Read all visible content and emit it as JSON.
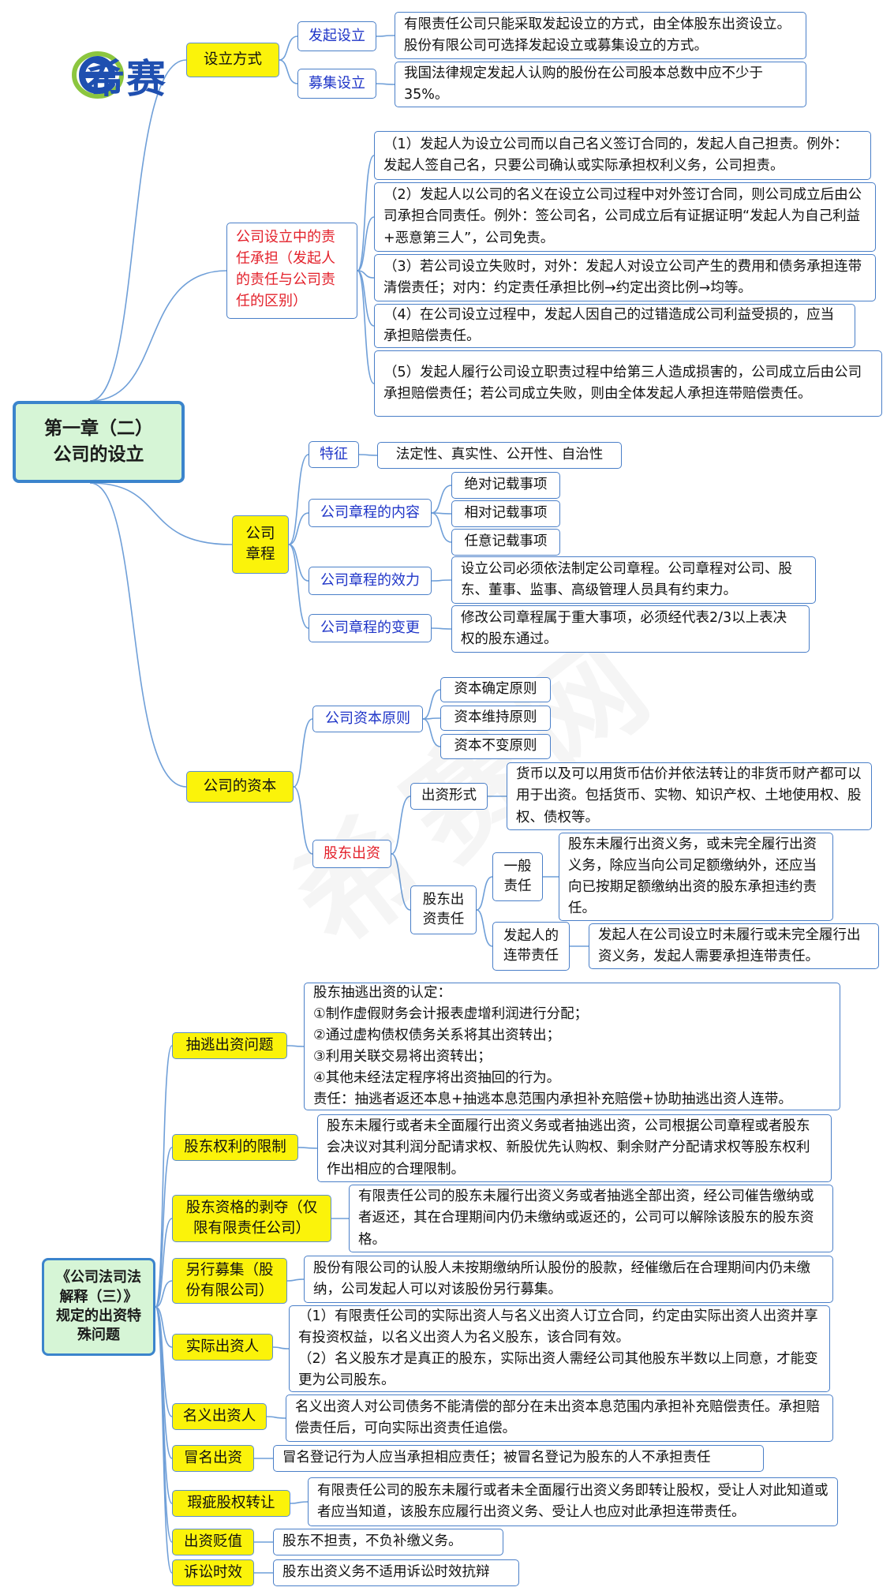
{
  "logo": {
    "text": "希赛",
    "icon": "e-circle-logo"
  },
  "watermark": "希赛网",
  "chapter": {
    "title": "第一章（二）\n公司的设立"
  },
  "setup": {
    "label": "设立方式",
    "promoter": {
      "label": "发起设立",
      "desc": "有限责任公司只能采取发起设立的方式，由全体股东出资设立。 股份有限公司可选择发起设立或募集设立的方式。"
    },
    "raise": {
      "label": "募集设立",
      "desc": "我国法律规定发起人认购的股份在公司股本总数中应不少于35%。"
    }
  },
  "liability": {
    "label": "公司设立中的责任承担（发起人的责任与公司责任的区别）",
    "items": [
      "（1）发起人为设立公司而以自己名义签订合同的，发起人自己担责。例外：发起人签自己名，只要公司确认或实际承担权利义务，公司担责。",
      "（2）发起人以公司的名义在设立公司过程中对外签订合同，则公司成立后由公司承担合同责任。例外：签公司名，公司成立后有证据证明“发起人为自己利益+恶意第三人”，公司免责。",
      "（3）若公司设立失败时，对外：发起人对设立公司产生的费用和债务承担连带清偿责任；对内：约定责任承担比例→约定出资比例→均等。",
      "（4）在公司设立过程中，发起人因自己的过错造成公司利益受损的，应当承担赔偿责任。",
      "（5）发起人履行公司设立职责过程中给第三人造成损害的，公司成立后由公司承担赔偿责任；若公司成立失败，则由全体发起人承担连带赔偿责任。"
    ]
  },
  "charter": {
    "label": "公司\n章程",
    "feature": {
      "label": "特征",
      "desc": "法定性、真实性、公开性、自治性"
    },
    "content": {
      "label": "公司章程的内容",
      "items": [
        "绝对记载事项",
        "相对记载事项",
        "任意记载事项"
      ]
    },
    "effect": {
      "label": "公司章程的效力",
      "desc": "设立公司必须依法制定公司章程。公司章程对公司、股东、董事、监事、高级管理人员具有约束力。"
    },
    "change": {
      "label": "公司章程的变更",
      "desc": "修改公司章程属于重大事项，必须经代表2/3以上表决权的股东通过。"
    }
  },
  "capital": {
    "label": "公司的资本",
    "principles": {
      "label": "公司资本原则",
      "items": [
        "资本确定原则",
        "资本维持原则",
        "资本不变原则"
      ]
    },
    "contribution": {
      "label": "股东出资",
      "form": {
        "label": "出资形式",
        "desc": "货币以及可以用货币估价并依法转让的非货币财产都可以用于出资。包括货币、实物、知识产权、土地使用权、股权、债权等。"
      },
      "duty": {
        "label": "股东出\n资责任",
        "general": {
          "label": "一般\n责任",
          "desc": "股东未履行出资义务，或未完全履行出资义务，除应当向公司足额缴纳外，还应当向已按期足额缴纳出资的股东承担违约责任。"
        },
        "joint": {
          "label": "发起人的\n连带责任",
          "desc": "发起人在公司设立时未履行或未完全履行出资义务，发起人需要承担连带责任。"
        }
      }
    }
  },
  "judicial": {
    "title": "《公司法司法解释（三）》规定的出资特殊问题",
    "items": [
      {
        "label": "抽逃出资问题",
        "desc": "股东抽逃出资的认定：\n①制作虚假财务会计报表虚增利润进行分配；\n②通过虚构债权债务关系将其出资转出；\n③利用关联交易将出资转出；\n④其他未经法定程序将出资抽回的行为。\n责任：抽逃者返还本息+抽逃本息范围内承担补充赔偿+协助抽逃出资人连带。"
      },
      {
        "label": "股东权利的限制",
        "desc": "股东未履行或者未全面履行出资义务或者抽逃出资，公司根据公司章程或者股东会决议对其利润分配请求权、新股优先认购权、剩余财产分配请求权等股东权利作出相应的合理限制。"
      },
      {
        "label": "股东资格的剥夺（仅限有限责任公司）",
        "desc": "有限责任公司的股东未履行出资义务或者抽逃全部出资，经公司催告缴纳或者返还，其在合理期间内仍未缴纳或返还的，公司可以解除该股东的股东资格。"
      },
      {
        "label": "另行募集（股份有限公司）",
        "desc": "股份有限公司的认股人未按期缴纳所认股份的股款，经催缴后在合理期间内仍未缴纳，公司发起人可以对该股份另行募集。"
      },
      {
        "label": "实际出资人",
        "desc": "（1）有限责任公司的实际出资人与名义出资人订立合同，约定由实际出资人出资并享有投资权益，以名义出资人为名义股东，该合同有效。\n（2）名义股东才是真正的股东，实际出资人需经公司其他股东半数以上同意，才能变更为公司股东。"
      },
      {
        "label": "名义出资人",
        "desc": "名义出资人对公司债务不能清偿的部分在未出资本息范围内承担补充赔偿责任。承担赔偿责任后，可向实际出资责任追偿。"
      },
      {
        "label": "冒名出资",
        "desc": "冒名登记行为人应当承担相应责任；被冒名登记为股东的人不承担责任"
      },
      {
        "label": "瑕疵股权转让",
        "desc": "有限责任公司的股东未履行或者未全面履行出资义务即转让股权，受让人对此知道或者应当知道，该股东应履行出资义务、受让人也应对此承担连带责任。"
      },
      {
        "label": "出资贬值",
        "desc": "股东不担责，不负补缴义务。"
      },
      {
        "label": "诉讼时效",
        "desc": "股东出资义务不适用诉讼时效抗辩"
      }
    ]
  }
}
